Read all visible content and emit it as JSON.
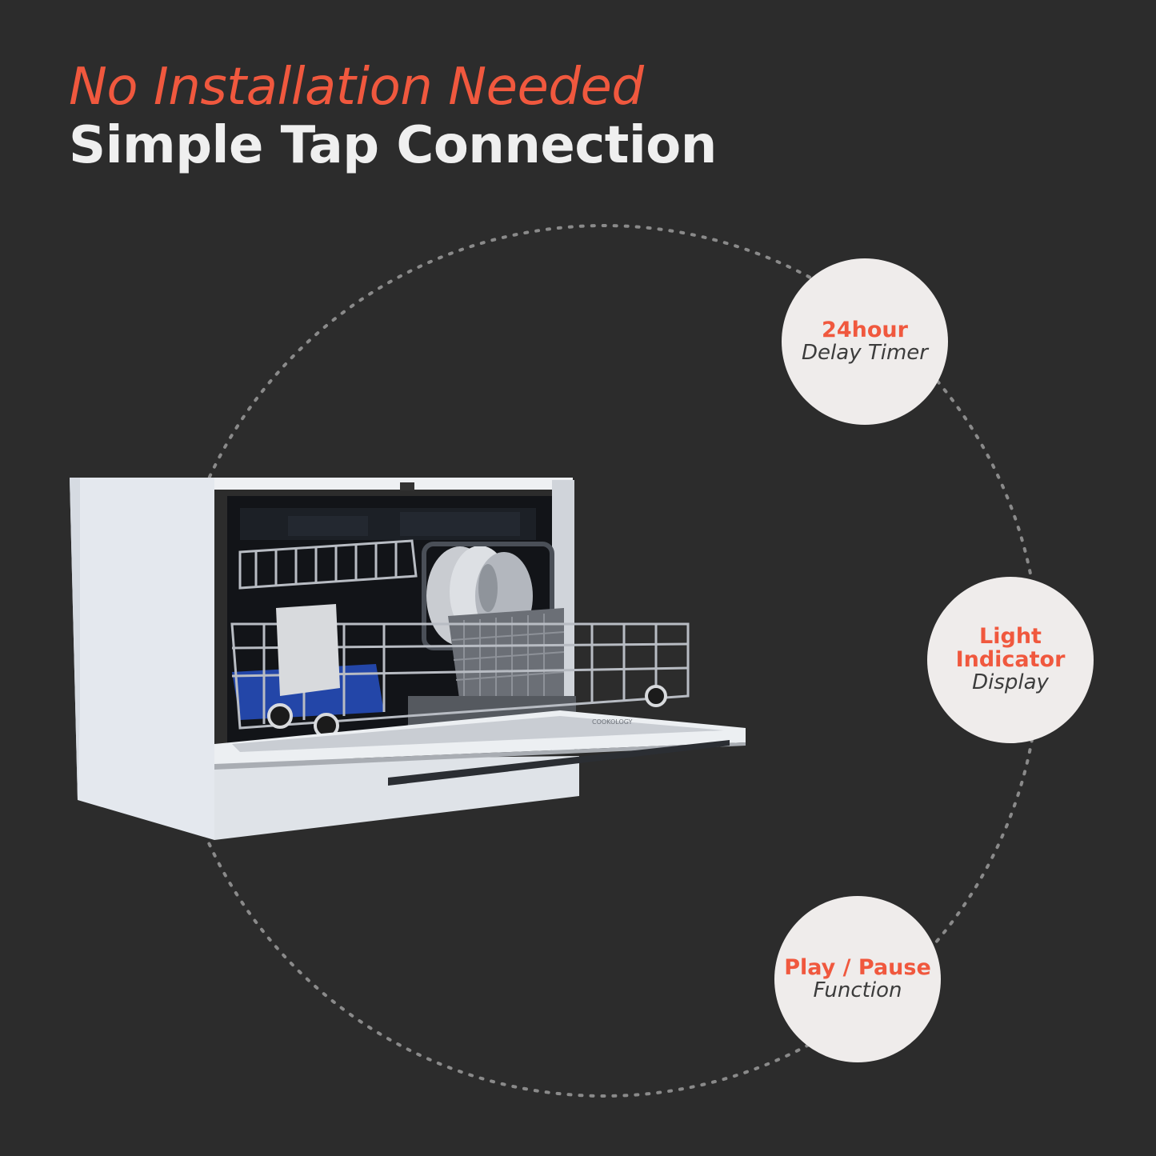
{
  "headline": {
    "line1": "No Installation Needed",
    "line2": "Simple Tap Connection"
  },
  "colors": {
    "background": "#2c2c2c",
    "accent": "#f0583e",
    "headline_light": "#efefef",
    "badge_fill": "#efeceb",
    "dotted_ring": "#8a8a8a"
  },
  "features": [
    {
      "highlight": "24hour",
      "subtitle": "Delay Timer"
    },
    {
      "highlight_line1": "Light",
      "highlight_line2": "Indicator",
      "subtitle": "Display"
    },
    {
      "highlight": "Play / Pause",
      "subtitle": "Function"
    }
  ],
  "product": {
    "brand_label": "COOKOLOGY",
    "description": "Compact countertop dishwasher with door open, rack pulled out holding plates and cutlery basket"
  }
}
